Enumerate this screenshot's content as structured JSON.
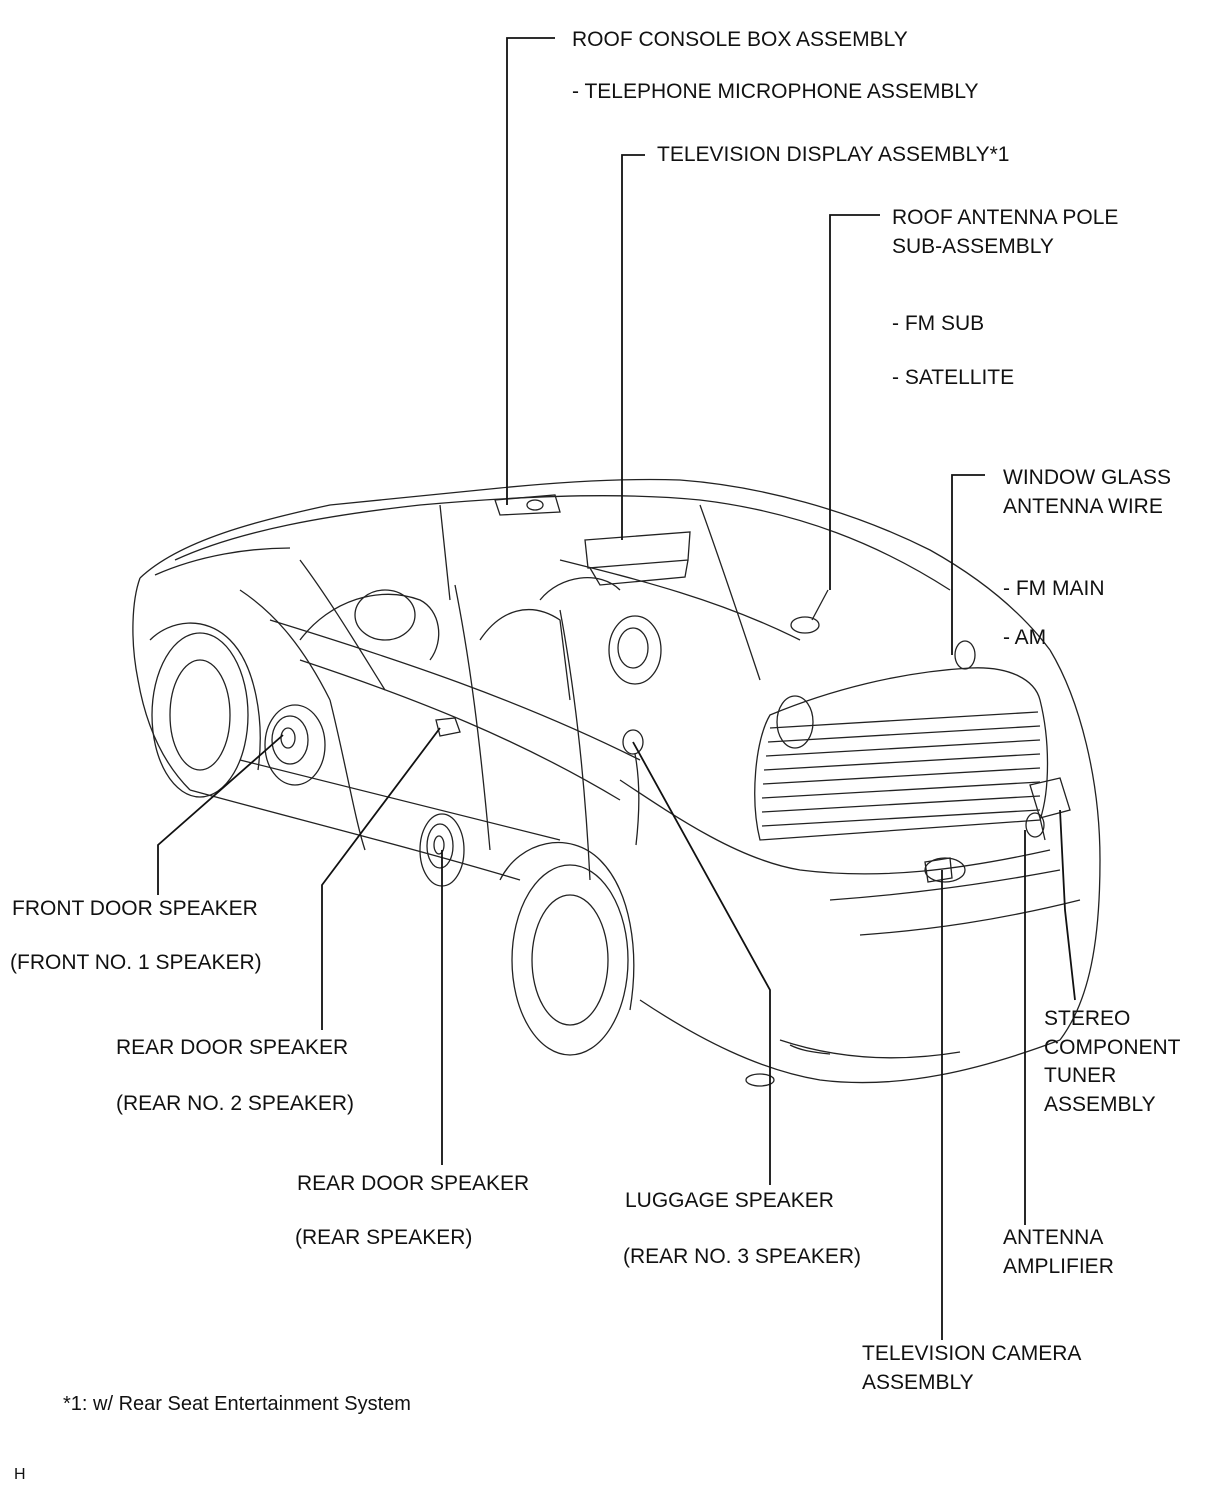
{
  "callouts": {
    "roof_console": "ROOF CONSOLE BOX ASSEMBLY",
    "telephone_mic": "- TELEPHONE MICROPHONE ASSEMBLY",
    "tv_display": "TELEVISION DISPLAY ASSEMBLY*1",
    "roof_antenna_1": "ROOF ANTENNA POLE",
    "roof_antenna_2": "SUB-ASSEMBLY",
    "fm_sub": "- FM SUB",
    "satellite": "- SATELLITE",
    "window_glass_1": "WINDOW GLASS",
    "window_glass_2": "ANTENNA WIRE",
    "fm_main": "- FM MAIN",
    "am": "- AM",
    "front_door_speaker": "FRONT DOOR SPEAKER",
    "front_door_speaker_sub": "(FRONT NO. 1 SPEAKER)",
    "rear_door_speaker_a": "REAR DOOR SPEAKER",
    "rear_door_speaker_a_sub": "(REAR NO. 2 SPEAKER)",
    "rear_door_speaker_b": "REAR DOOR SPEAKER",
    "rear_door_speaker_b_sub": "(REAR SPEAKER)",
    "luggage_speaker": "LUGGAGE SPEAKER",
    "luggage_speaker_sub": "(REAR NO. 3 SPEAKER)",
    "stereo_1": "STEREO",
    "stereo_2": "COMPONENT",
    "stereo_3": "TUNER",
    "stereo_4": "ASSEMBLY",
    "antenna_amp_1": "ANTENNA",
    "antenna_amp_2": "AMPLIFIER",
    "tv_camera_1": "TELEVISION CAMERA",
    "tv_camera_2": "ASSEMBLY"
  },
  "footnote": "*1: w/ Rear Seat Entertainment System",
  "corner_mark": "H"
}
